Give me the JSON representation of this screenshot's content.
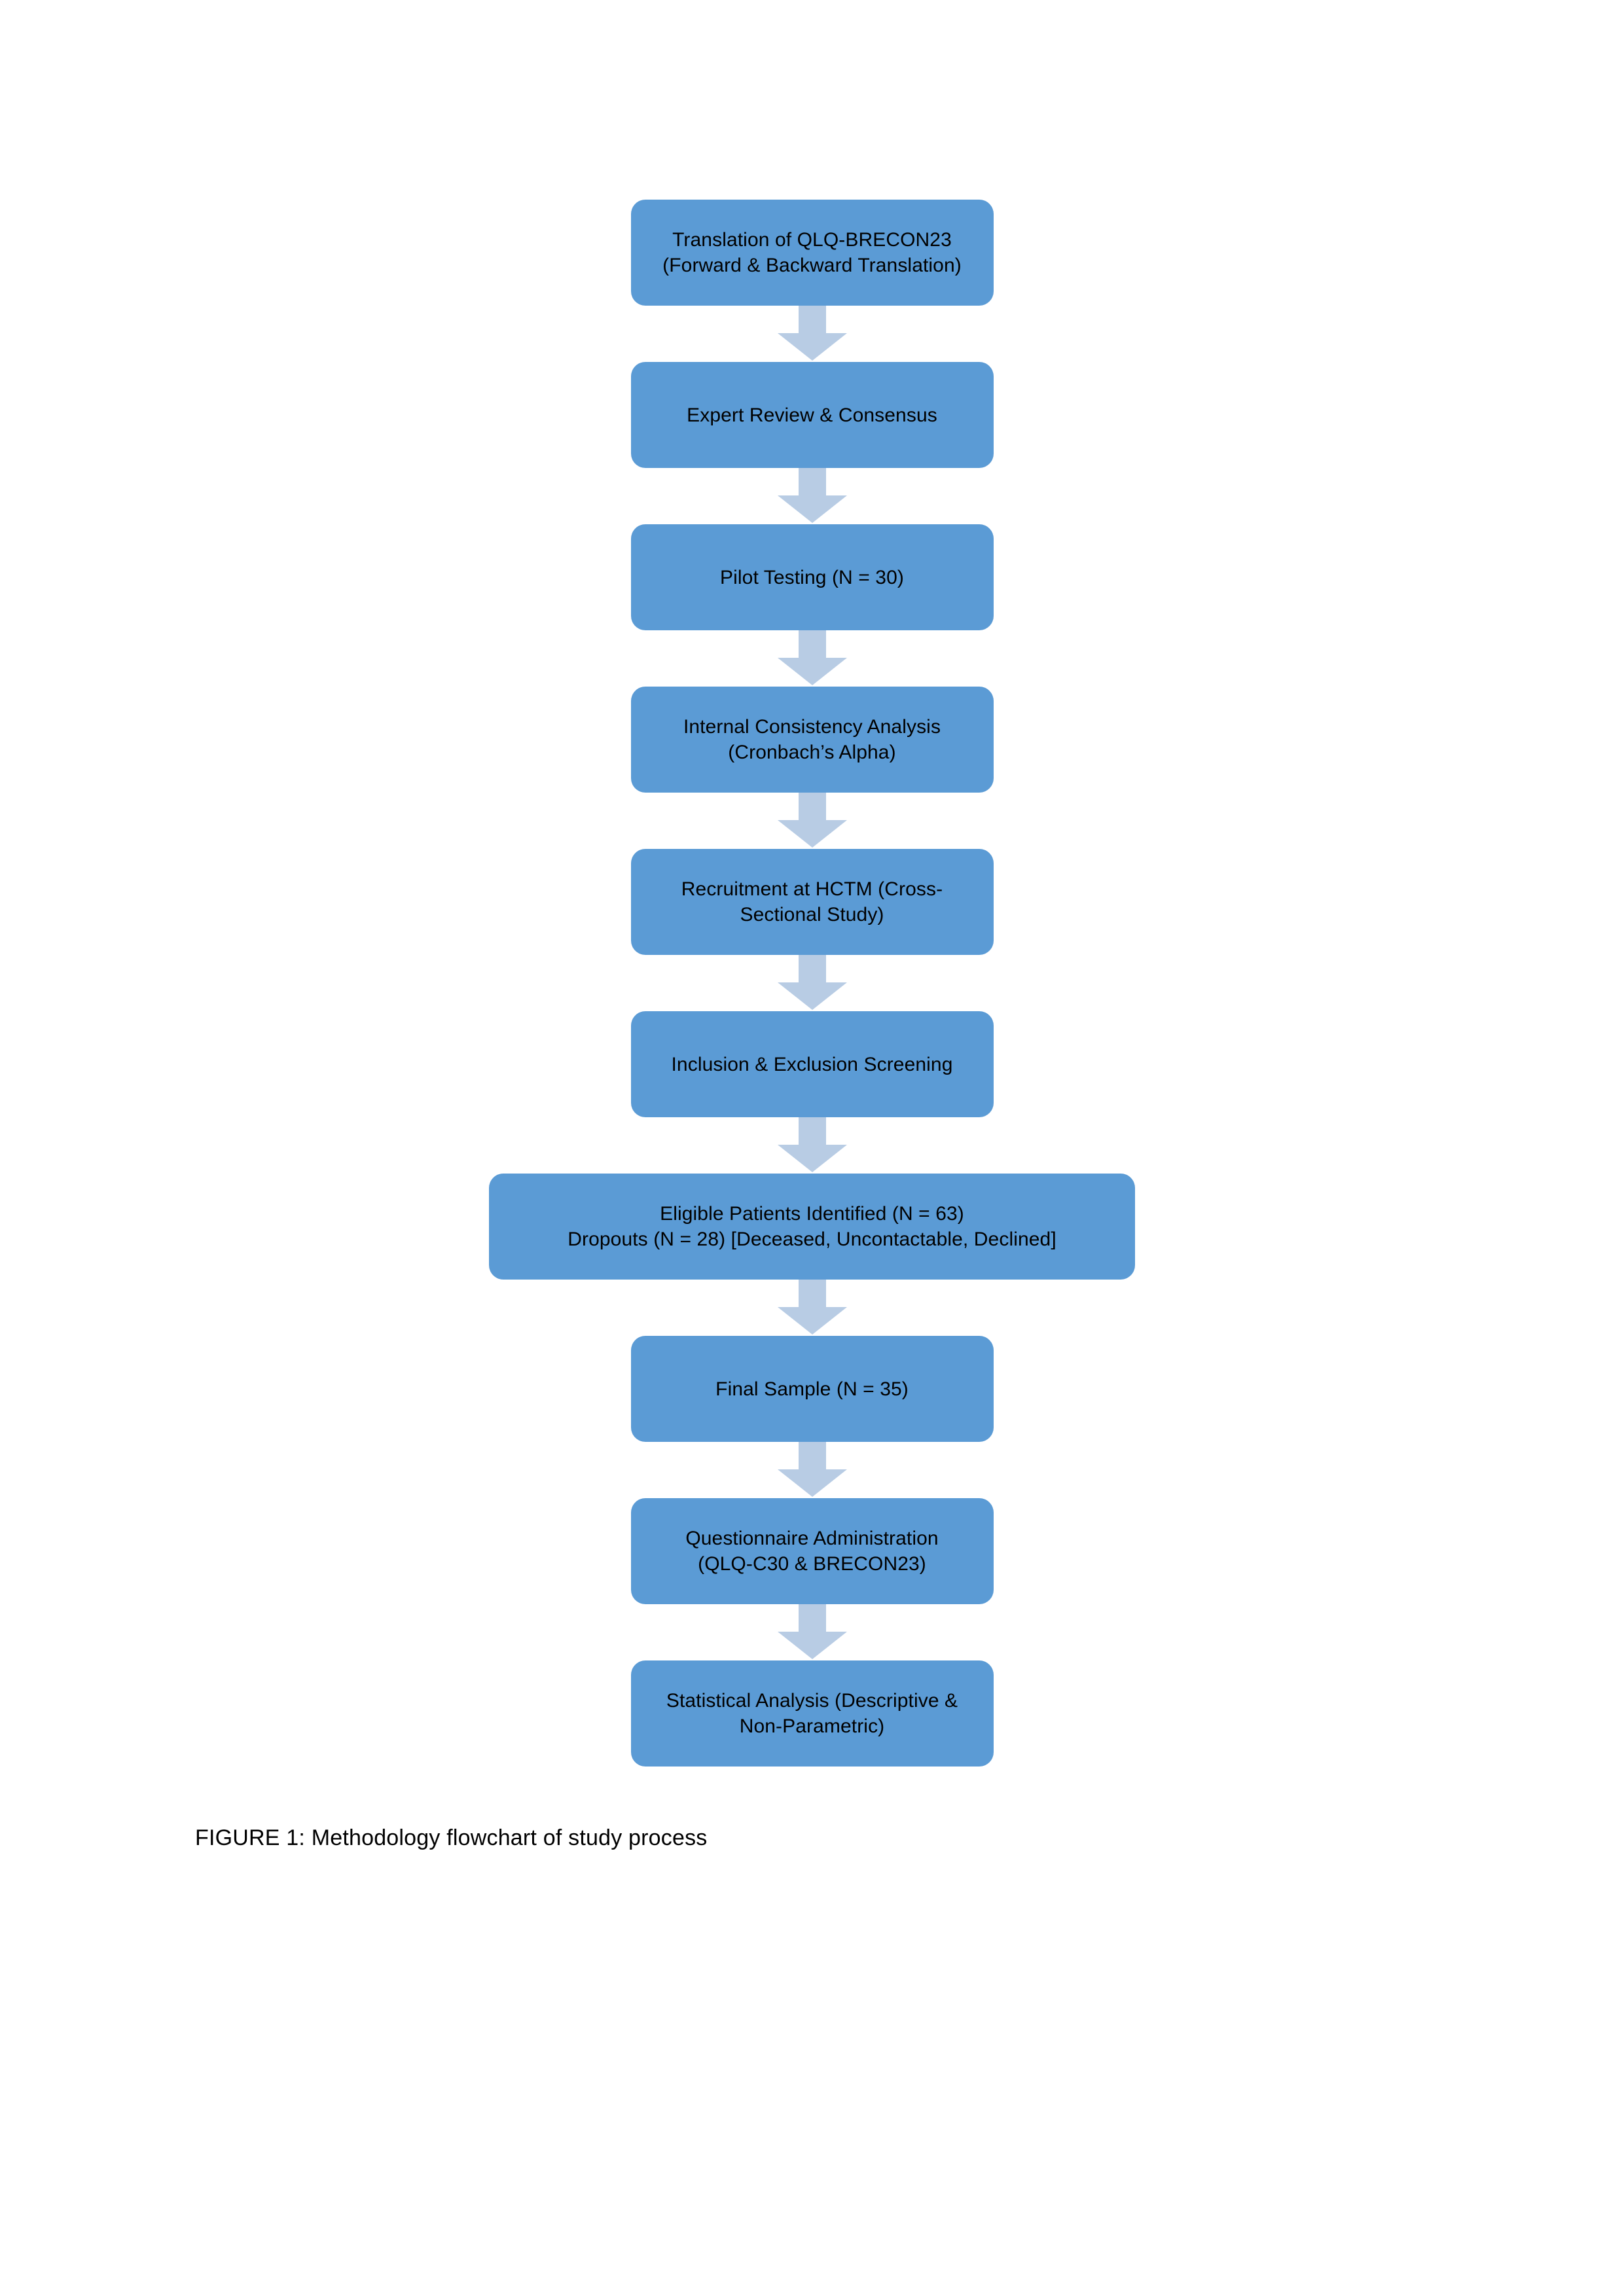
{
  "document": {
    "background_color": "#FFFFFF",
    "node_fill_color": "#5B9BD5",
    "arrow_fill_color": "#B8CCE4",
    "text_color": "#000000"
  },
  "flowchart": {
    "title": "Methodology flowchart of study process",
    "orientation": "vertical-top-to-bottom",
    "connector_icon": "down-arrow-icon",
    "nodes": [
      {
        "id": "translation",
        "label": "Translation of QLQ-BRECON23\n(Forward & Backward Translation)",
        "width": "standard"
      },
      {
        "id": "expert-review",
        "label": "Expert Review & Consensus",
        "width": "standard"
      },
      {
        "id": "pilot-testing",
        "label": "Pilot Testing (N = 30)",
        "width": "standard"
      },
      {
        "id": "internal-consistency",
        "label": "Internal Consistency Analysis\n(Cronbach’s Alpha)",
        "width": "standard"
      },
      {
        "id": "recruitment",
        "label": "Recruitment at HCTM (Cross-Sectional Study)",
        "width": "standard"
      },
      {
        "id": "screening",
        "label": "Inclusion & Exclusion Screening",
        "width": "standard"
      },
      {
        "id": "eligible-patients",
        "label": "Eligible Patients Identified (N = 63)\nDropouts (N = 28) [Deceased, Uncontactable, Declined]",
        "width": "wide"
      },
      {
        "id": "final-sample",
        "label": "Final Sample (N = 35)",
        "width": "standard"
      },
      {
        "id": "questionnaire",
        "label": "Questionnaire Administration\n(QLQ-C30 & BRECON23)",
        "width": "standard"
      },
      {
        "id": "statistical-analysis",
        "label": "Statistical Analysis (Descriptive & Non-Parametric)",
        "width": "standard"
      }
    ]
  },
  "caption": {
    "text": "FIGURE 1: Methodology flowchart of study process"
  }
}
